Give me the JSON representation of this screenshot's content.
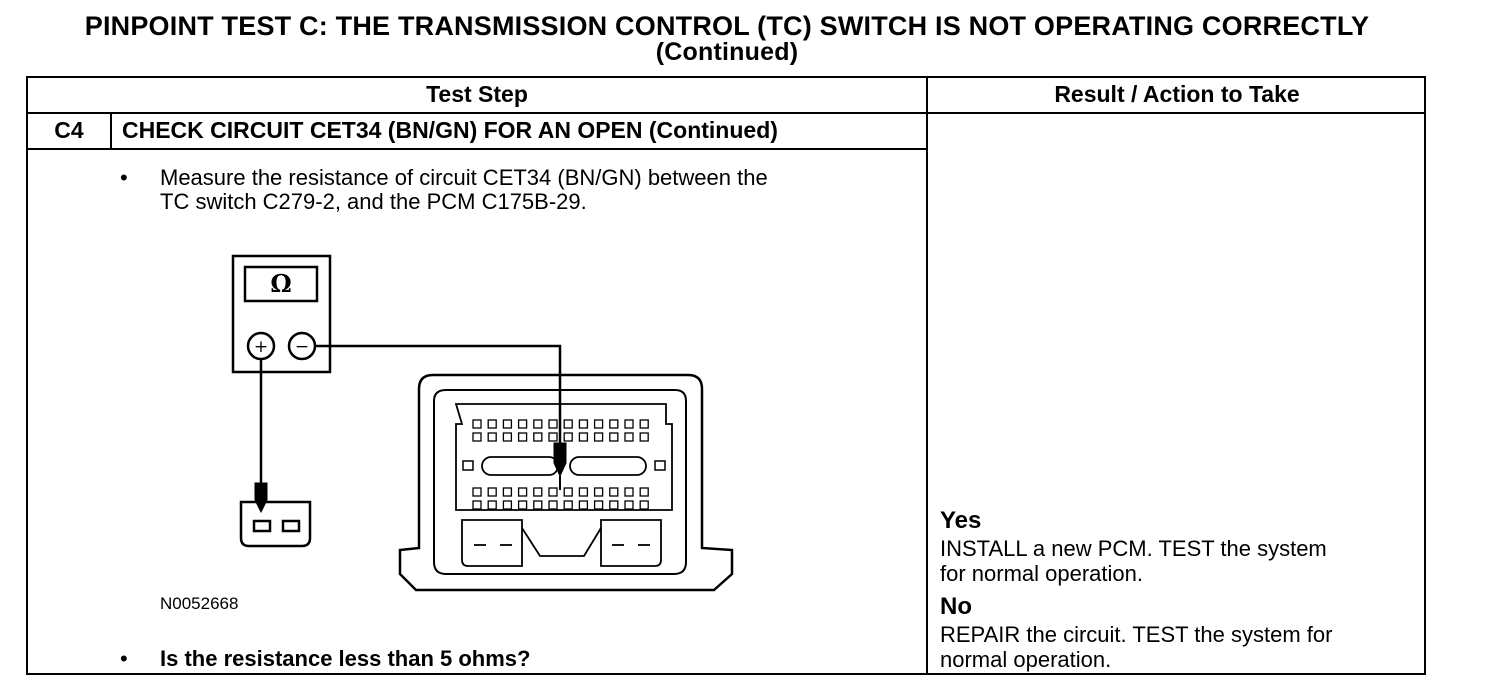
{
  "title": {
    "line1": "PINPOINT TEST  C: THE TRANSMISSION CONTROL (TC) SWITCH IS NOT OPERATING CORRECTLY",
    "line2": "(Continued)"
  },
  "table": {
    "header": {
      "test_step": "Test Step",
      "result_action": "Result / Action to Take"
    },
    "step": {
      "id": "C4",
      "title": "CHECK CIRCUIT CET34 (BN/GN) FOR AN OPEN (Continued)"
    },
    "bullets": [
      {
        "symbol": "•",
        "line1": "Measure the resistance of circuit CET34 (BN/GN) between the",
        "line2": "TC switch C279-2, and the PCM C175B-29."
      },
      {
        "symbol": "•",
        "text": "Is the resistance less than 5 ohms?"
      }
    ],
    "figure": {
      "meter_symbol": "Ω",
      "plus": "+",
      "minus": "−",
      "code": "N0052668"
    },
    "results": [
      {
        "label": "Yes",
        "line1": "INSTALL a new PCM. TEST the system",
        "line2": "for normal operation."
      },
      {
        "label": "No",
        "line1": "REPAIR the circuit. TEST the system for",
        "line2": "normal operation."
      }
    ]
  }
}
